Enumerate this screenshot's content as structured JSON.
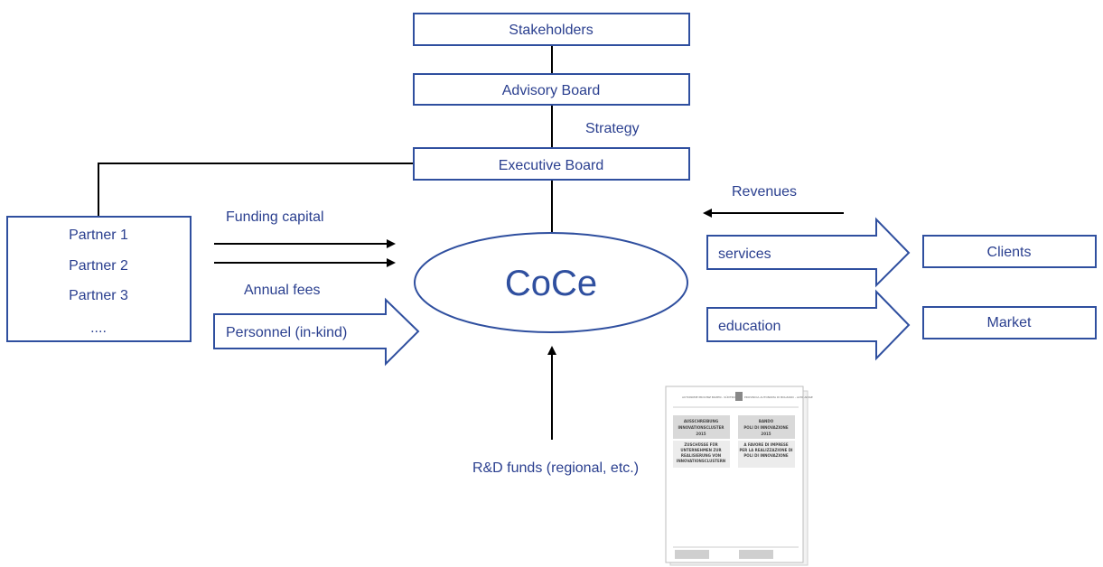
{
  "nodes": {
    "stakeholders": "Stakeholders",
    "advisory_board": "Advisory Board",
    "executive_board": "Executive Board",
    "center": "CoCe",
    "clients": "Clients",
    "market": "Market"
  },
  "partners": [
    "Partner 1",
    "Partner 2",
    "Partner 3",
    "...."
  ],
  "labels": {
    "strategy": "Strategy",
    "revenues": "Revenues",
    "funding_capital": "Funding capital",
    "annual_fees": "Annual fees",
    "personnel": "Personnel (in-kind)",
    "services": "services",
    "education": "education",
    "rd_funds": "R&D funds (regional, etc.)"
  },
  "document": {
    "header_left": "AUTONOME PROVINZ BOZEN - SÜDTIROL",
    "header_right": "PROVINCIA AUTONOMA DI BOLZANO - ALTO ADIGE",
    "title_left": [
      "AUSSCHREIBUNG",
      "INNOVATIONSCLUSTER",
      "2015"
    ],
    "title_right": [
      "BANDO",
      "POLI DI INNOVAZIONE",
      "2015"
    ],
    "sub_left": [
      "ZUSCHÜSSE FÜR",
      "UNTERNEHMEN ZUR",
      "REALISIERUNG VON",
      "INNOVATIONSCLUSTERN"
    ],
    "sub_right": [
      "A FAVORE DI IMPRESE",
      "PER LA REALIZZAZIONE DI",
      "POLI DI INNOVAZIONE"
    ]
  },
  "colors": {
    "accent": "#2f4f9f",
    "text": "#2a3f8f",
    "connector": "#000000"
  }
}
